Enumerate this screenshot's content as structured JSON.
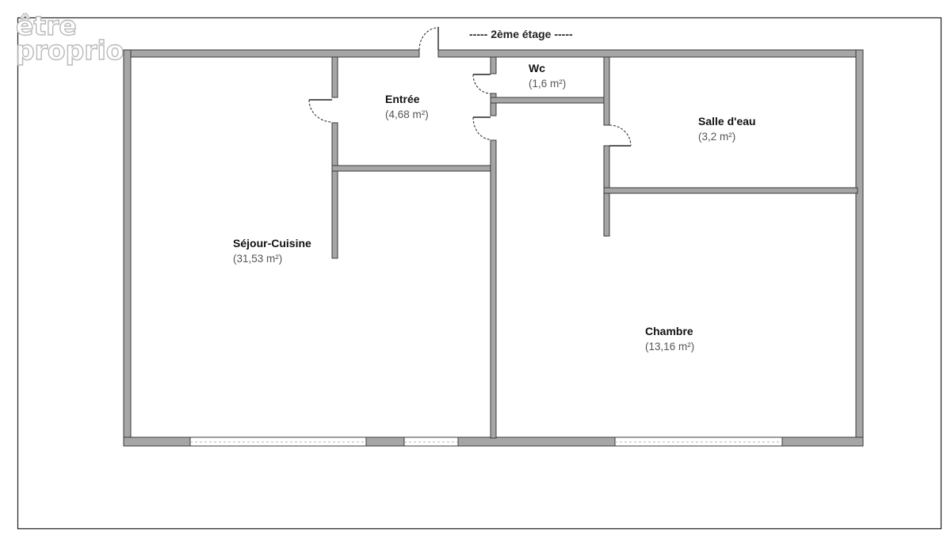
{
  "watermark": {
    "line1": "être",
    "line2": "proprio"
  },
  "floor": {
    "label": "----- 2ème étage -----"
  },
  "rooms": [
    {
      "name": "Entrée",
      "area": "(4,68 m²)"
    },
    {
      "name": "Wc",
      "area": "(1,6 m²)"
    },
    {
      "name": "Salle d'eau",
      "area": "(3,2 m²)"
    },
    {
      "name": "Séjour-Cuisine",
      "area": "(31,53 m²)"
    },
    {
      "name": "Chambre",
      "area": "(13,16 m²)"
    }
  ],
  "colors": {
    "wall_fill": "#a6a6a6",
    "wall_stroke": "#3a3a3a",
    "frame": "#222222"
  }
}
